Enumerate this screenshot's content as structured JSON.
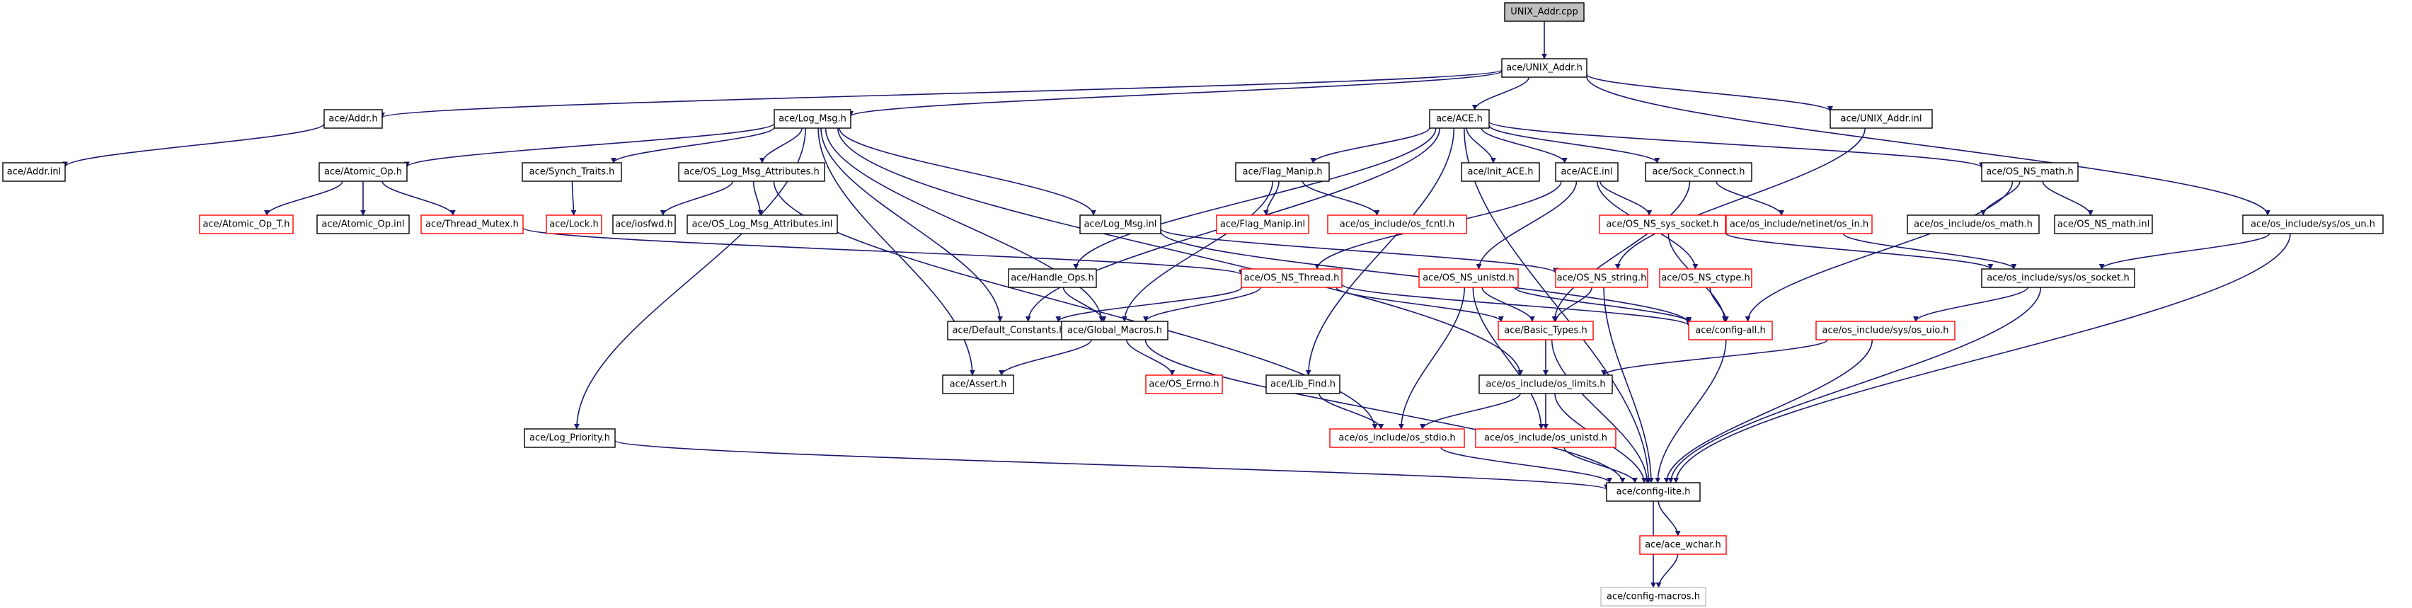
{
  "colors": {
    "edge": "#191970",
    "normal_border": "#000000",
    "missing_border": "#ff0000",
    "undocumented_border": "#bfbfbf",
    "root_fill": "#bfbfbf",
    "fill": "#ffffff"
  },
  "nodes": [
    {
      "id": "n_unix_addr_cpp",
      "label": "UNIX_Addr.cpp",
      "style": "root"
    },
    {
      "id": "n_unix_addr_h",
      "label": "ace/UNIX_Addr.h",
      "style": "normal"
    },
    {
      "id": "n_addr_h",
      "label": "ace/Addr.h",
      "style": "normal"
    },
    {
      "id": "n_log_msg_h",
      "label": "ace/Log_Msg.h",
      "style": "normal"
    },
    {
      "id": "n_ace_h",
      "label": "ace/ACE.h",
      "style": "normal"
    },
    {
      "id": "n_unix_addr_inl",
      "label": "ace/UNIX_Addr.inl",
      "style": "normal"
    },
    {
      "id": "n_addr_inl",
      "label": "ace/Addr.inl",
      "style": "normal"
    },
    {
      "id": "n_atomic_op_h",
      "label": "ace/Atomic_Op.h",
      "style": "normal"
    },
    {
      "id": "n_synch_traits_h",
      "label": "ace/Synch_Traits.h",
      "style": "normal"
    },
    {
      "id": "n_os_log_msg_attr_h",
      "label": "ace/OS_Log_Msg_Attributes.h",
      "style": "normal"
    },
    {
      "id": "n_flag_manip_h",
      "label": "ace/Flag_Manip.h",
      "style": "normal"
    },
    {
      "id": "n_init_ace_h",
      "label": "ace/Init_ACE.h",
      "style": "normal"
    },
    {
      "id": "n_ace_inl",
      "label": "ace/ACE.inl",
      "style": "normal"
    },
    {
      "id": "n_sock_connect_h",
      "label": "ace/Sock_Connect.h",
      "style": "normal"
    },
    {
      "id": "n_os_ns_math_h",
      "label": "ace/OS_NS_math.h",
      "style": "normal"
    },
    {
      "id": "n_atomic_op_t_h",
      "label": "ace/Atomic_Op_T.h",
      "style": "missing"
    },
    {
      "id": "n_atomic_op_inl",
      "label": "ace/Atomic_Op.inl",
      "style": "normal"
    },
    {
      "id": "n_thread_mutex_h",
      "label": "ace/Thread_Mutex.h",
      "style": "missing"
    },
    {
      "id": "n_lock_h",
      "label": "ace/Lock.h",
      "style": "missing"
    },
    {
      "id": "n_iosfwd_h",
      "label": "ace/iosfwd.h",
      "style": "normal"
    },
    {
      "id": "n_os_log_msg_attr_inl",
      "label": "ace/OS_Log_Msg_Attributes.inl",
      "style": "normal"
    },
    {
      "id": "n_log_msg_inl",
      "label": "ace/Log_Msg.inl",
      "style": "normal"
    },
    {
      "id": "n_flag_manip_inl",
      "label": "ace/Flag_Manip.inl",
      "style": "missing"
    },
    {
      "id": "n_os_fcntl_h",
      "label": "ace/os_include/os_fcntl.h",
      "style": "missing"
    },
    {
      "id": "n_os_ns_sys_socket_h",
      "label": "ace/OS_NS_sys_socket.h",
      "style": "missing"
    },
    {
      "id": "n_netinet_in_h",
      "label": "ace/os_include/netinet/os_in.h",
      "style": "missing"
    },
    {
      "id": "n_os_math_h",
      "label": "ace/os_include/os_math.h",
      "style": "normal"
    },
    {
      "id": "n_os_ns_math_inl",
      "label": "ace/OS_NS_math.inl",
      "style": "normal"
    },
    {
      "id": "n_os_un_h",
      "label": "ace/os_include/sys/os_un.h",
      "style": "normal"
    },
    {
      "id": "n_handle_ops_h",
      "label": "ace/Handle_Ops.h",
      "style": "normal"
    },
    {
      "id": "n_os_ns_thread_h",
      "label": "ace/OS_NS_Thread.h",
      "style": "missing"
    },
    {
      "id": "n_os_ns_unistd_h",
      "label": "ace/OS_NS_unistd.h",
      "style": "missing"
    },
    {
      "id": "n_os_ns_string_h",
      "label": "ace/OS_NS_string.h",
      "style": "missing"
    },
    {
      "id": "n_os_ns_ctype_h",
      "label": "ace/OS_NS_ctype.h",
      "style": "missing"
    },
    {
      "id": "n_os_socket_h",
      "label": "ace/os_include/sys/os_socket.h",
      "style": "normal"
    },
    {
      "id": "n_default_constants_h",
      "label": "ace/Default_Constants.h",
      "style": "normal"
    },
    {
      "id": "n_global_macros_h",
      "label": "ace/Global_Macros.h",
      "style": "normal"
    },
    {
      "id": "n_basic_types_h",
      "label": "ace/Basic_Types.h",
      "style": "missing"
    },
    {
      "id": "n_config_all_h",
      "label": "ace/config-all.h",
      "style": "missing"
    },
    {
      "id": "n_os_uio_h",
      "label": "ace/os_include/sys/os_uio.h",
      "style": "missing"
    },
    {
      "id": "n_assert_h",
      "label": "ace/Assert.h",
      "style": "normal"
    },
    {
      "id": "n_os_errno_h",
      "label": "ace/OS_Errno.h",
      "style": "missing"
    },
    {
      "id": "n_lib_find_h",
      "label": "ace/Lib_Find.h",
      "style": "normal"
    },
    {
      "id": "n_os_limits_h",
      "label": "ace/os_include/os_limits.h",
      "style": "normal"
    },
    {
      "id": "n_log_priority_h",
      "label": "ace/Log_Priority.h",
      "style": "normal"
    },
    {
      "id": "n_os_stdio_h",
      "label": "ace/os_include/os_stdio.h",
      "style": "missing"
    },
    {
      "id": "n_os_unistd_h",
      "label": "ace/os_include/os_unistd.h",
      "style": "missing"
    },
    {
      "id": "n_config_lite_h",
      "label": "ace/config-lite.h",
      "style": "normal"
    },
    {
      "id": "n_ace_wchar_h",
      "label": "ace/ace_wchar.h",
      "style": "missing"
    },
    {
      "id": "n_config_macros_h",
      "label": "ace/config-macros.h",
      "style": "undocumented"
    }
  ],
  "edges": [
    [
      "n_unix_addr_cpp",
      "n_unix_addr_h"
    ],
    [
      "n_unix_addr_h",
      "n_addr_h"
    ],
    [
      "n_unix_addr_h",
      "n_log_msg_h"
    ],
    [
      "n_unix_addr_h",
      "n_ace_h"
    ],
    [
      "n_unix_addr_h",
      "n_unix_addr_inl"
    ],
    [
      "n_unix_addr_h",
      "n_os_un_h"
    ],
    [
      "n_addr_h",
      "n_addr_inl"
    ],
    [
      "n_log_msg_h",
      "n_atomic_op_h"
    ],
    [
      "n_log_msg_h",
      "n_synch_traits_h"
    ],
    [
      "n_log_msg_h",
      "n_os_log_msg_attr_h"
    ],
    [
      "n_log_msg_h",
      "n_log_msg_inl"
    ],
    [
      "n_log_msg_h",
      "n_default_constants_h"
    ],
    [
      "n_log_msg_h",
      "n_global_macros_h"
    ],
    [
      "n_log_msg_h",
      "n_assert_h"
    ],
    [
      "n_log_msg_h",
      "n_log_priority_h"
    ],
    [
      "n_log_msg_h",
      "n_os_limits_h"
    ],
    [
      "n_ace_h",
      "n_flag_manip_h"
    ],
    [
      "n_ace_h",
      "n_init_ace_h"
    ],
    [
      "n_ace_h",
      "n_ace_inl"
    ],
    [
      "n_ace_h",
      "n_sock_connect_h"
    ],
    [
      "n_ace_h",
      "n_os_ns_math_h"
    ],
    [
      "n_ace_h",
      "n_handle_ops_h"
    ],
    [
      "n_ace_h",
      "n_lib_find_h"
    ],
    [
      "n_ace_h",
      "n_default_constants_h"
    ],
    [
      "n_ace_h",
      "n_config_lite_h"
    ],
    [
      "n_atomic_op_h",
      "n_atomic_op_t_h"
    ],
    [
      "n_atomic_op_h",
      "n_atomic_op_inl"
    ],
    [
      "n_atomic_op_h",
      "n_thread_mutex_h"
    ],
    [
      "n_synch_traits_h",
      "n_lock_h"
    ],
    [
      "n_os_log_msg_attr_h",
      "n_iosfwd_h"
    ],
    [
      "n_os_log_msg_attr_h",
      "n_os_log_msg_attr_inl"
    ],
    [
      "n_os_log_msg_attr_h",
      "n_os_stdio_h"
    ],
    [
      "n_thread_mutex_h",
      "n_os_ns_thread_h"
    ],
    [
      "n_flag_manip_h",
      "n_flag_manip_inl"
    ],
    [
      "n_flag_manip_h",
      "n_os_fcntl_h"
    ],
    [
      "n_flag_manip_h",
      "n_global_macros_h"
    ],
    [
      "n_log_msg_inl",
      "n_os_ns_string_h"
    ],
    [
      "n_log_msg_inl",
      "n_config_all_h"
    ],
    [
      "n_ace_inl",
      "n_os_ns_thread_h"
    ],
    [
      "n_ace_inl",
      "n_os_ns_unistd_h"
    ],
    [
      "n_ace_inl",
      "n_os_ns_sys_socket_h"
    ],
    [
      "n_ace_inl",
      "n_os_ns_ctype_h"
    ],
    [
      "n_sock_connect_h",
      "n_netinet_in_h"
    ],
    [
      "n_sock_connect_h",
      "n_basic_types_h"
    ],
    [
      "n_os_ns_math_h",
      "n_os_math_h"
    ],
    [
      "n_os_ns_math_h",
      "n_os_ns_math_inl"
    ],
    [
      "n_os_ns_math_h",
      "n_config_all_h"
    ],
    [
      "n_os_ns_sys_socket_h",
      "n_os_socket_h"
    ],
    [
      "n_os_ns_sys_socket_h",
      "n_config_all_h"
    ],
    [
      "n_netinet_in_h",
      "n_os_socket_h"
    ],
    [
      "n_unix_addr_inl",
      "n_os_ns_string_h"
    ],
    [
      "n_os_un_h",
      "n_os_socket_h"
    ],
    [
      "n_os_un_h",
      "n_config_lite_h"
    ],
    [
      "n_handle_ops_h",
      "n_global_macros_h"
    ],
    [
      "n_os_ns_thread_h",
      "n_default_constants_h"
    ],
    [
      "n_os_ns_thread_h",
      "n_global_macros_h"
    ],
    [
      "n_os_ns_thread_h",
      "n_basic_types_h"
    ],
    [
      "n_os_ns_thread_h",
      "n_config_all_h"
    ],
    [
      "n_os_ns_unistd_h",
      "n_basic_types_h"
    ],
    [
      "n_os_ns_unistd_h",
      "n_os_stdio_h"
    ],
    [
      "n_os_ns_unistd_h",
      "n_os_unistd_h"
    ],
    [
      "n_os_ns_unistd_h",
      "n_config_all_h"
    ],
    [
      "n_os_ns_string_h",
      "n_basic_types_h"
    ],
    [
      "n_os_ns_string_h",
      "n_config_lite_h"
    ],
    [
      "n_os_ns_ctype_h",
      "n_config_all_h"
    ],
    [
      "n_os_socket_h",
      "n_os_uio_h"
    ],
    [
      "n_os_socket_h",
      "n_config_lite_h"
    ],
    [
      "n_global_macros_h",
      "n_assert_h"
    ],
    [
      "n_global_macros_h",
      "n_os_errno_h"
    ],
    [
      "n_global_macros_h",
      "n_config_lite_h"
    ],
    [
      "n_basic_types_h",
      "n_os_limits_h"
    ],
    [
      "n_basic_types_h",
      "n_config_lite_h"
    ],
    [
      "n_config_all_h",
      "n_config_lite_h"
    ],
    [
      "n_os_uio_h",
      "n_os_limits_h"
    ],
    [
      "n_os_uio_h",
      "n_config_lite_h"
    ],
    [
      "n_lib_find_h",
      "n_os_stdio_h"
    ],
    [
      "n_os_limits_h",
      "n_os_stdio_h"
    ],
    [
      "n_os_limits_h",
      "n_os_unistd_h"
    ],
    [
      "n_os_limits_h",
      "n_config_lite_h"
    ],
    [
      "n_log_priority_h",
      "n_config_lite_h"
    ],
    [
      "n_os_stdio_h",
      "n_config_lite_h"
    ],
    [
      "n_os_unistd_h",
      "n_config_lite_h"
    ],
    [
      "n_config_lite_h",
      "n_ace_wchar_h"
    ],
    [
      "n_config_lite_h",
      "n_config_macros_h"
    ],
    [
      "n_ace_wchar_h",
      "n_config_macros_h"
    ]
  ]
}
